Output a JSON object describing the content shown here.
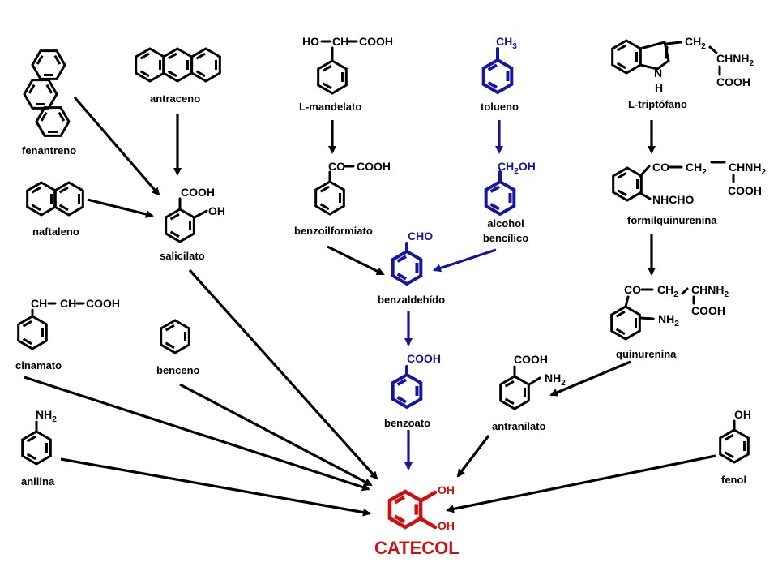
{
  "colors": {
    "black": "#000000",
    "blue": "#1515a0",
    "red": "#d01010"
  },
  "compounds": {
    "fenantreno": "fenantreno",
    "antraceno": "antraceno",
    "naftaleno": "naftaleno",
    "salicilato": "salicilato",
    "cinamato": "cinamato",
    "benceno": "benceno",
    "anilina": "anilina",
    "mandelato": "L-mandelato",
    "benzoilformiato": "benzoilformiato",
    "tolueno": "tolueno",
    "alcohol_line1": "alcohol",
    "alcohol_line2": "bencílico",
    "benzaldehido": "benzaldehído",
    "benzoato": "benzoato",
    "triptofano": "L-triptófano",
    "formilquinurenina": "formilquinurenina",
    "quinurenina": "quinurenina",
    "antranilato": "antranilato",
    "fenol": "fenol",
    "catecol": "CATECOL"
  },
  "groups": {
    "salicilato_cooh": "COOH",
    "salicilato_oh": "OH",
    "cinamato_ch1": "CH",
    "cinamato_ch2": "CH",
    "cinamato_cooh": "COOH",
    "anilina_nh2": "NH2",
    "mandelato_ho": "HO",
    "mandelato_ch": "CH",
    "mandelato_cooh": "COOH",
    "benzoilformiato_co": "CO",
    "benzoilformiato_cooh": "COOH",
    "tolueno_ch3": "CH3",
    "alcohol_ch2oh": "CH2OH",
    "benzaldehido_cho": "CHO",
    "benzoato_cooh": "COOH",
    "triptofano_ch2": "CH2",
    "triptofano_chnh2": "CHNH2",
    "triptofano_cooh": "COOH",
    "triptofano_n": "N",
    "triptofano_h": "H",
    "formil_co": "CO",
    "formil_ch2": "CH2",
    "formil_chnh2": "CHNH2",
    "formil_cooh": "COOH",
    "formil_nhcho": "NHCHO",
    "quin_co": "CO",
    "quin_ch2": "CH2",
    "quin_chnh2": "CHNH2",
    "quin_cooh": "COOH",
    "quin_nh2": "NH2",
    "antranilato_cooh": "COOH",
    "antranilato_nh2": "NH2",
    "fenol_oh": "OH",
    "catecol_oh1": "OH",
    "catecol_oh2": "OH"
  }
}
